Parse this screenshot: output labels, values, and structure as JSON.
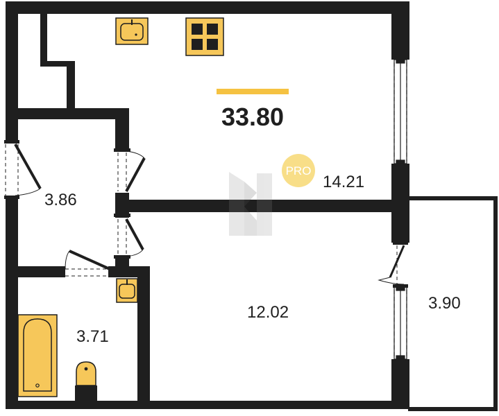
{
  "plan": {
    "total_area": "33.80",
    "rooms": [
      {
        "id": "main-room",
        "area": "14.21"
      },
      {
        "id": "hallway",
        "area": "3.86"
      },
      {
        "id": "bedroom",
        "area": "12.02"
      },
      {
        "id": "balcony",
        "area": "3.90"
      },
      {
        "id": "bathroom",
        "area": "3.71"
      }
    ],
    "badge": "PRO"
  },
  "colors": {
    "wall": "#1f1f1f",
    "accent": "#f5c242",
    "badge": "#f8de88",
    "fixture": "#f6c75a",
    "floor": "#ffffff"
  }
}
